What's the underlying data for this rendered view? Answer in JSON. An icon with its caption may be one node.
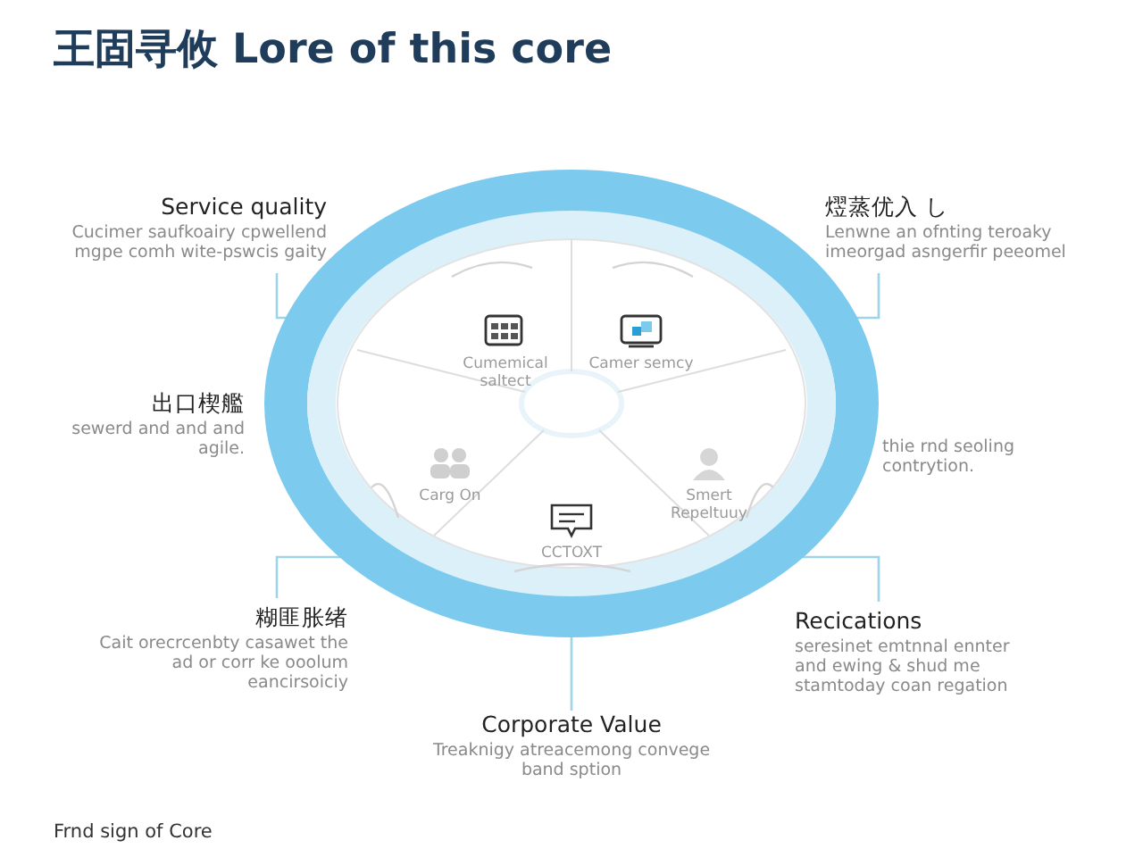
{
  "diagram": {
    "title": "王固寻攸 Lore of this core",
    "nodes": [
      {
        "text": [],
        "shape": "circle"
      },
      {
        "text": [
          "Cumemical saltect"
        ],
        "in": 0
      },
      {
        "text": [
          "Camer semcy"
        ],
        "in": 0
      },
      {
        "text": [
          "Carg On"
        ],
        "in": 0
      },
      {
        "text": [
          "Smert Repeltuuy"
        ],
        "in": 0
      },
      {
        "text": [
          "CCTOXT"
        ],
        "in": 0
      },
      {
        "text": [
          "Service quality",
          "Cucimer saufkoairy cpwellend mgpe comh wite-pswcis gaity"
        ]
      },
      {
        "text": [
          "熤蒸优入 し",
          "Lenwne an ofnting teroaky imeorgad asngerfir peeomel"
        ]
      },
      {
        "text": [
          "出口楔艦",
          "sewerd and and and agile."
        ]
      },
      {
        "text": [
          "thie rnd seoling contrytion."
        ]
      },
      {
        "text": [
          "糊匪胀绪",
          "Cait orecrcenbty casawet the ad or corr ke ooolum eancirsoiciy"
        ]
      },
      {
        "text": [
          "Recications",
          "seresinet emtnnal ennter and ewing & shud me stamtoday coan regation"
        ]
      },
      {
        "text": [
          "Corporate Value",
          "Treaknigy atreacemong convege band sption"
        ]
      }
    ],
    "edges": [
      {
        "from": 6,
        "to": 0,
        "arrow": "none"
      },
      {
        "from": 7,
        "to": 0,
        "arrow": "none"
      },
      {
        "from": 10,
        "to": 0,
        "arrow": "none"
      },
      {
        "from": 11,
        "to": 0,
        "arrow": "none"
      },
      {
        "from": 12,
        "to": 0,
        "arrow": "none"
      }
    ],
    "labels": [
      "Frnd sign of Core"
    ]
  }
}
